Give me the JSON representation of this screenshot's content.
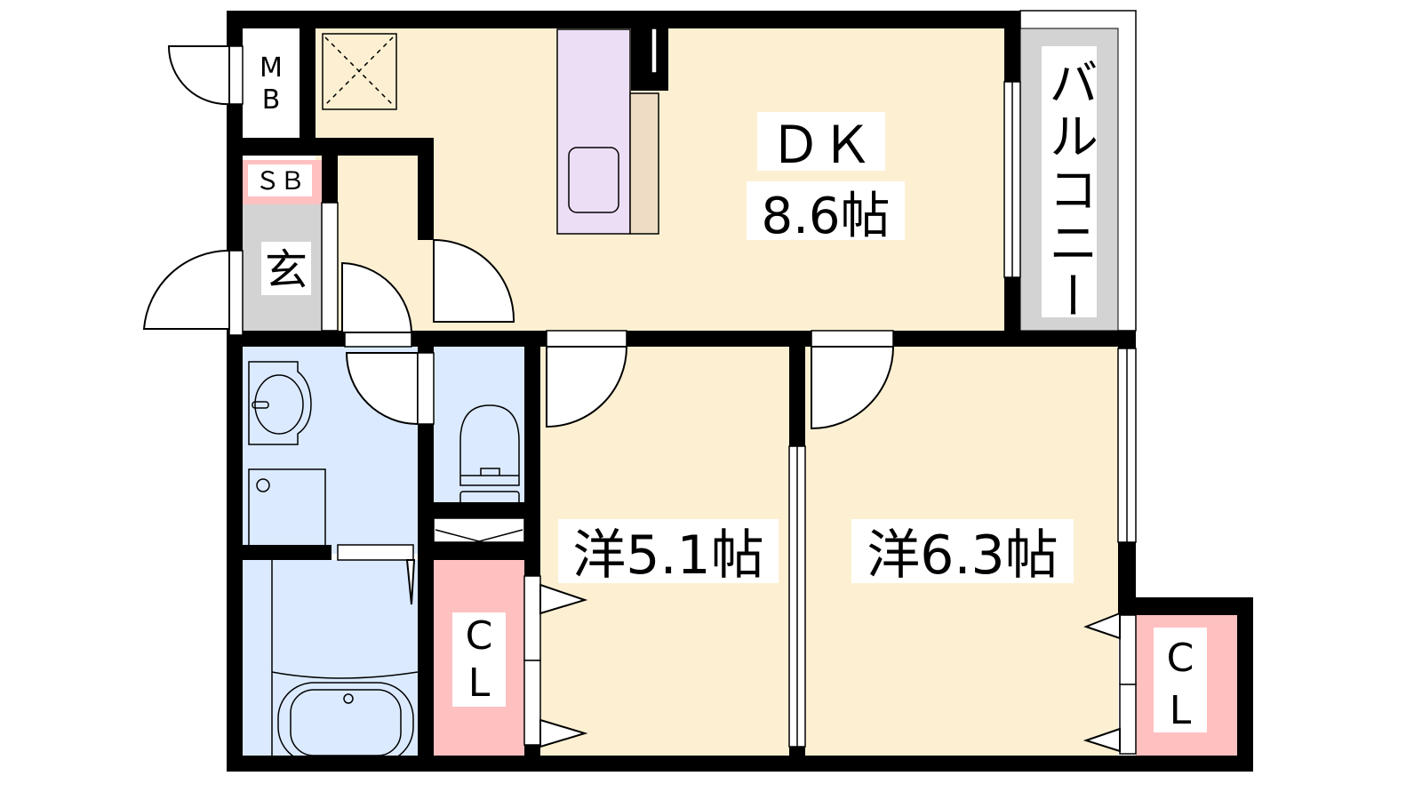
{
  "rooms": {
    "dk": {
      "label": "ＤＫ",
      "size": "8.6帖"
    },
    "western1": {
      "label": "洋5.1帖"
    },
    "western2": {
      "label": "洋6.3帖"
    },
    "balcony": {
      "label": "バルコニー"
    },
    "entrance": {
      "label": "玄"
    },
    "meter_box": {
      "label_1": "M",
      "label_2": "B"
    },
    "shoe_box": {
      "label": "ＳＢ"
    },
    "closet1": {
      "label_1": "C",
      "label_2": "L"
    },
    "closet2": {
      "label_1": "C",
      "label_2": "L"
    }
  },
  "colors": {
    "living": "#fdf0d2",
    "wet": "#dbeaff",
    "closet": "#ffc0c0",
    "entrance": "#d3d3d3",
    "kitchen": "#ecdff5",
    "counter": "#eeddc4"
  }
}
